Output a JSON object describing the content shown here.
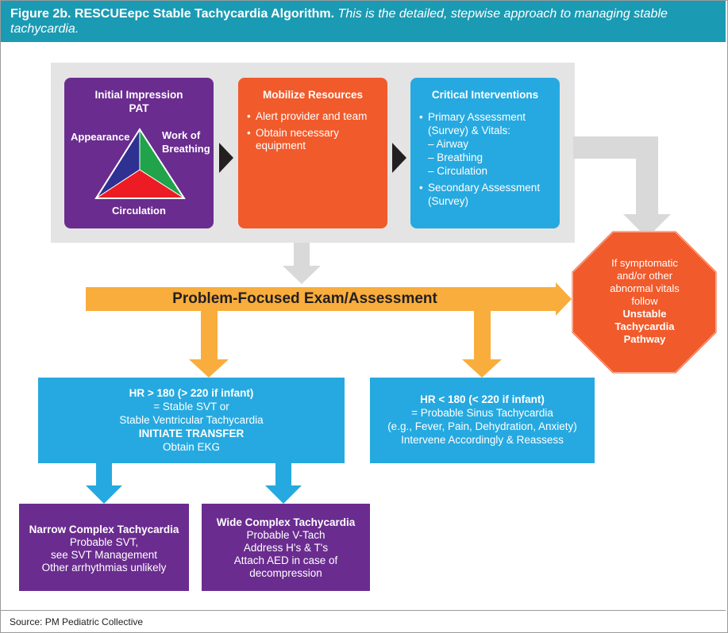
{
  "header": {
    "figure_label": "Figure 2b. RESCUEepc Stable Tachycardia Algorithm.",
    "description": "This is the detailed, stepwise approach to managing stable tachycardia."
  },
  "initial_impression": {
    "title_line1": "Initial Impression",
    "title_line2": "PAT",
    "appearance": "Appearance",
    "work_line1": "Work of",
    "work_line2": "Breathing",
    "circulation": "Circulation"
  },
  "mobilize": {
    "title": "Mobilize Resources",
    "item1": "Alert provider and team",
    "item2_line1": "Obtain necessary",
    "item2_line2": "equipment"
  },
  "critical": {
    "title": "Critical Interventions",
    "item1_line1": "Primary Assessment",
    "item1_line2": "(Survey) & Vitals:",
    "sub1": "– Airway",
    "sub2": "– Breathing",
    "sub3": "– Circulation",
    "item2_line1": "Secondary Assessment",
    "item2_line2": "(Survey)"
  },
  "problem_focused": "Problem-Focused Exam/Assessment",
  "stop_sign": {
    "line1": "If symptomatic",
    "line2": "and/or other",
    "line3": "abnormal vitals",
    "line4": "follow",
    "line5": "Unstable",
    "line6": "Tachycardia",
    "line7": "Pathway"
  },
  "hr_high": {
    "line1": "HR > 180 (> 220 if infant)",
    "line2": "= Stable SVT or",
    "line3": "Stable Ventricular Tachycardia",
    "line4": "INITIATE TRANSFER",
    "line5": "Obtain EKG"
  },
  "hr_low": {
    "line1": "HR < 180 (< 220 if infant)",
    "line2": "= Probable Sinus Tachycardia",
    "line3": "(e.g., Fever, Pain, Dehydration, Anxiety)",
    "line4": "Intervene Accordingly & Reassess"
  },
  "narrow": {
    "title": "Narrow Complex Tachycardia",
    "line2": "Probable SVT,",
    "line3": "see SVT Management",
    "line4": "Other arrhythmias unlikely"
  },
  "wide": {
    "title": "Wide Complex Tachycardia",
    "line2": "Probable V-Tach",
    "line3": "Address H's & T's",
    "line4": "Attach AED in case of",
    "line5": "decompression"
  },
  "source": "Source: PM Pediatric Collective",
  "colors": {
    "header_teal": "#1a9bb3",
    "purple": "#6a2c8f",
    "orange": "#f15a2b",
    "blue": "#26a9e0",
    "arrow_orange": "#f9ad3c",
    "gray_panel": "#e4e4e4",
    "gray_arrow": "#d9d9d9",
    "triangle_blue": "#2e3192",
    "triangle_green": "#20a34a",
    "triangle_red": "#ed1c24"
  }
}
